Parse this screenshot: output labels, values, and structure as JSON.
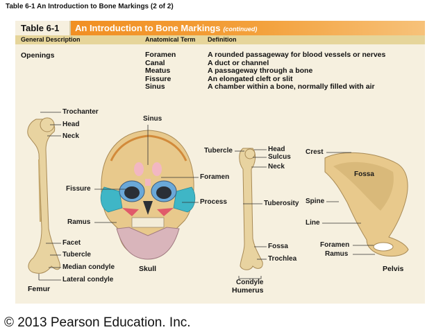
{
  "caption": "Table 6-1 An Introduction to Bone Markings (2 of 2)",
  "table": {
    "number": "Table 6-1",
    "title": "An Introduction to Bone Markings",
    "continued": "(continued)",
    "headers": {
      "general": "General Description",
      "term": "Anatomical Term",
      "definition": "Definition"
    },
    "category": "Openings",
    "rows": [
      {
        "term": "Foramen",
        "definition": "A rounded passageway for blood vessels or nerves"
      },
      {
        "term": "Canal",
        "definition": "A duct or channel"
      },
      {
        "term": "Meatus",
        "definition": "A passageway through a bone"
      },
      {
        "term": "Fissure",
        "definition": "An elongated cleft or slit"
      },
      {
        "term": "Sinus",
        "definition": "A chamber within a bone, normally filled with air"
      }
    ]
  },
  "figure": {
    "femur": {
      "name": "Femur",
      "labels": {
        "trochanter": "Trochanter",
        "head": "Head",
        "neck": "Neck",
        "facet": "Facet",
        "tubercle": "Tubercle",
        "median_condyle": "Median condyle",
        "lateral_condyle": "Lateral condyle"
      }
    },
    "skull": {
      "name": "Skull",
      "labels": {
        "sinus": "Sinus",
        "fissure": "Fissure",
        "ramus": "Ramus",
        "foramen": "Foramen",
        "process": "Process"
      }
    },
    "humerus": {
      "name": "Humerus",
      "labels": {
        "tubercle": "Tubercle",
        "head": "Head",
        "sulcus": "Sulcus",
        "neck": "Neck",
        "tuberosity": "Tuberosity",
        "fossa": "Fossa",
        "trochlea": "Trochlea",
        "condyle": "Condyle"
      }
    },
    "pelvis": {
      "name": "Pelvis",
      "labels": {
        "crest": "Crest",
        "fossa": "Fossa",
        "spine": "Spine",
        "line": "Line",
        "foramen": "Foramen",
        "ramus": "Ramus"
      }
    }
  },
  "copyright": "© 2013 Pearson Education. Inc.",
  "colors": {
    "title_orange": "#f08a1b",
    "card_bg": "#f6f0df",
    "header_tan": "#e6d59a",
    "bone": "#e9d6a6",
    "bone_shade": "#c9ad73"
  }
}
